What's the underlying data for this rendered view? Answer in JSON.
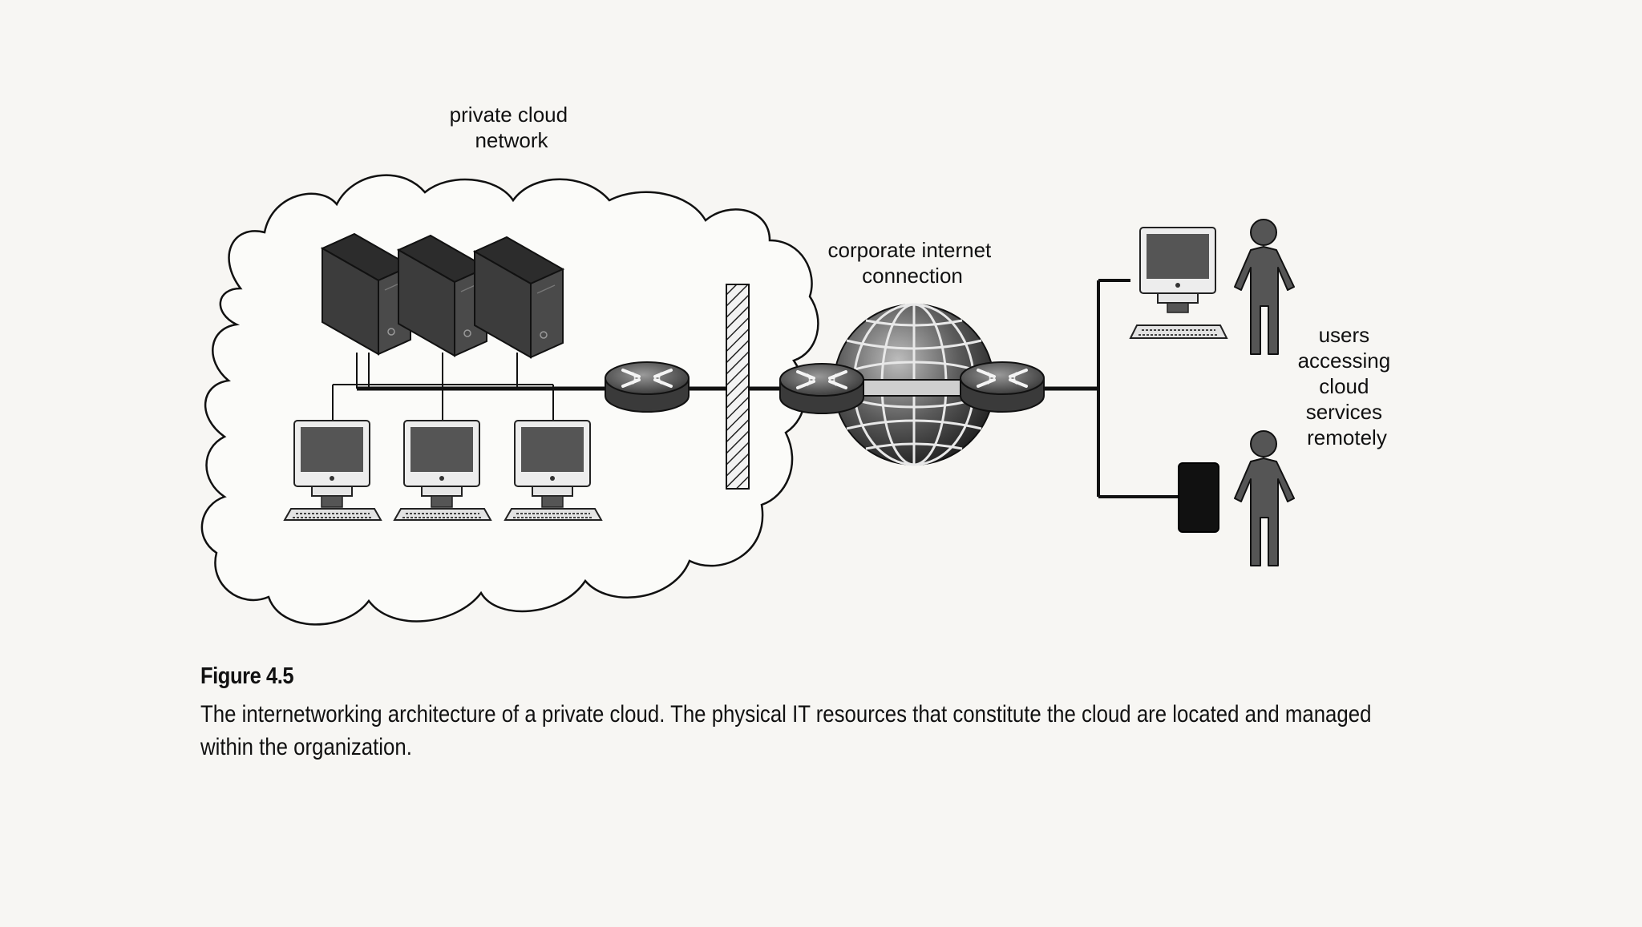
{
  "diagram": {
    "labels": {
      "private_cloud": [
        "private cloud",
        "network"
      ],
      "internet": [
        "corporate internet",
        "connection"
      ],
      "users": [
        "users",
        "accessing",
        "cloud",
        "services",
        "remotely"
      ]
    },
    "icons": {
      "servers": [
        "server-icon",
        "server-icon",
        "server-icon"
      ],
      "workstations": [
        "workstation-icon",
        "workstation-icon",
        "workstation-icon"
      ],
      "routers": [
        "router-icon",
        "router-icon",
        "router-icon"
      ],
      "firewall": "firewall-icon",
      "internet": "globe-icon",
      "remote_devices": [
        "desktop-computer-icon",
        "mobile-device-icon"
      ],
      "people": [
        "person-icon",
        "person-icon"
      ]
    },
    "colors": {
      "paper": "#f7f6f3",
      "ink": "#111111",
      "device_dark": "#3a3a3a",
      "screen": "#555555"
    }
  },
  "caption": {
    "figure_label": "Figure 4.5",
    "text": "The internetworking architecture of a private cloud. The physical IT resources that constitute the cloud are located and managed within the organization."
  }
}
